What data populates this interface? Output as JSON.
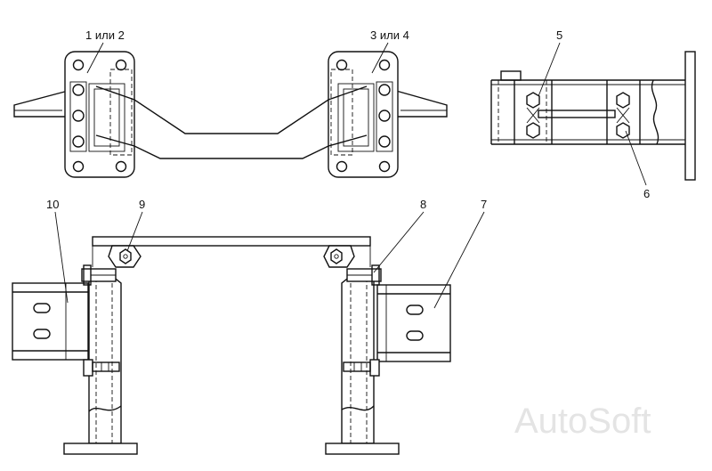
{
  "labels": {
    "part_1_2": "1 или 2",
    "part_3_4": "3 или 4",
    "part_5": "5",
    "part_6": "6",
    "part_7": "7",
    "part_8": "8",
    "part_9": "9",
    "part_10": "10"
  },
  "watermark": "AutoSoft"
}
